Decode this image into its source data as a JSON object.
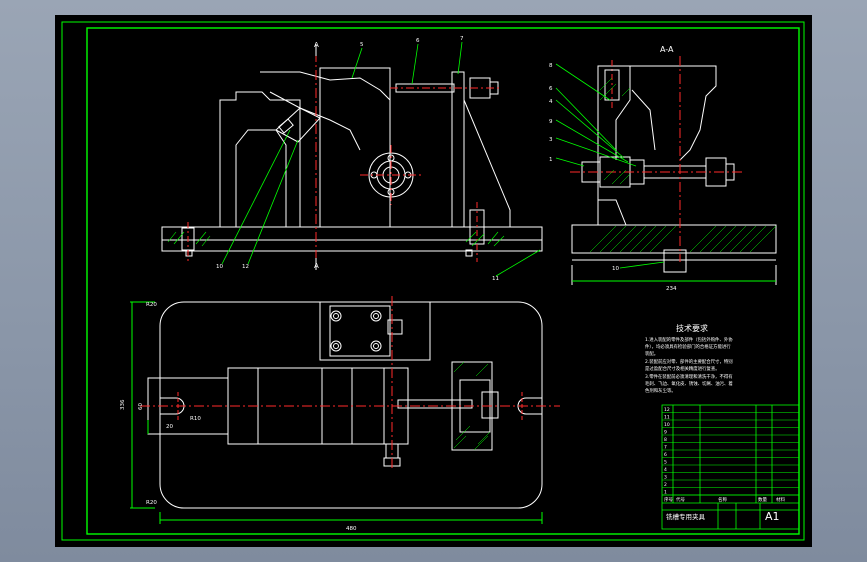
{
  "section_label": "A-A",
  "section_markers": [
    "A",
    "A"
  ],
  "balloons_top": [
    "5",
    "6",
    "7"
  ],
  "balloons_bottom": [
    "10",
    "11",
    "12"
  ],
  "balloons_right": [
    "8",
    "6",
    "4",
    "9",
    "3",
    "1",
    "10"
  ],
  "dims": {
    "side_width": "234",
    "plan_width": "480",
    "plan_height": "336",
    "plan_top_offset": "R20",
    "plan_bottom_offset": "R20",
    "slot_width": "60",
    "slot_radius": "R10",
    "slot_len": "20"
  },
  "tech_notes": {
    "title": "技术要求",
    "lines": [
      "1.进入装配的零件及部件（包括外购件、外协",
      "件），均必须具有检验部门的合格证方能进行",
      "装配。",
      "2.装配前应对零、部件的主要配合尺寸，特别",
      "是过盈配合尺寸及相关精度进行复查。",
      "3.零件在装配前必须清理和清洗干净，不得有",
      "毛刺、飞边、氧化皮、锈蚀、切屑、油污、着",
      "色剂和灰尘等。"
    ]
  },
  "title_block": {
    "drawing_title": "铣槽专用夹具",
    "sheet_size": "A1",
    "header_labels": [
      "序号",
      "代号",
      "名称",
      "数量",
      "材料"
    ],
    "rows": [
      "12",
      "11",
      "10",
      "9",
      "8",
      "7",
      "6",
      "5",
      "4",
      "3",
      "2",
      "1"
    ]
  },
  "colors": {
    "sheet": "#000000",
    "frame": "#00ff00",
    "outline": "#ffffff",
    "center": "#ff2a2a",
    "leader": "#00ff00",
    "hatch": "#00ff00",
    "text": "#ffffff"
  }
}
